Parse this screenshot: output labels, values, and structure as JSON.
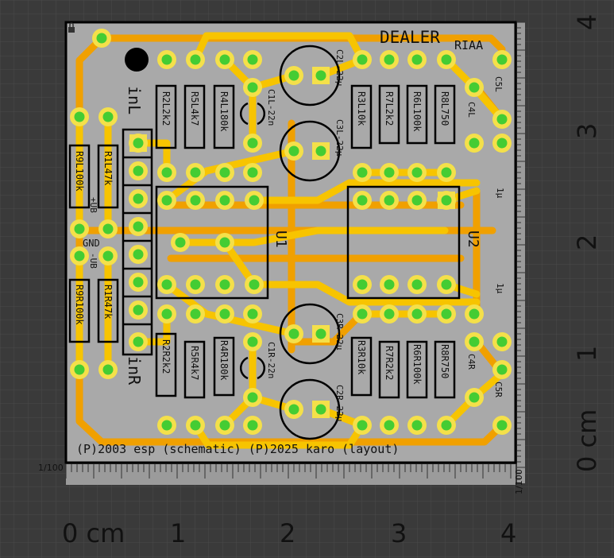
{
  "board": {
    "title": "DEALER",
    "subtitle": "RIAA",
    "credits": "(P)2003 esp (schematic)  (P)2025 karo (layout)",
    "colors": {
      "background": "#3a3a3a",
      "board": "#a9a9a9",
      "copper_bottom": "#f0a000",
      "copper_top": "#f7c400",
      "pad": "#f4e04a",
      "pad_center": "#44cc33",
      "silkscreen": "#111111"
    }
  },
  "labels": {
    "in_l": "inL",
    "in_r": "inR",
    "plus_ub": "+UB",
    "gnd": "GND",
    "minus_ub": "-UB",
    "u1": "U1",
    "u2": "U2",
    "l1": "1μ",
    "l2": "1μ"
  },
  "components": {
    "resistors": [
      "R2L2k2",
      "R5L4k7",
      "R4L180k",
      "R3L10k",
      "R7L2k2",
      "R6L100k",
      "R8L750",
      "R9L100k",
      "R1L47k",
      "R9R100k",
      "R1R47k",
      "R2R2k2",
      "R5R4k7",
      "R4R180k",
      "R3R10k",
      "R7R2k2",
      "R6R100k",
      "R8R750"
    ],
    "capacitors": [
      "C2L-22μ",
      "C3L-22μ",
      "C1L-22n",
      "C3R-22μ",
      "C2R-22μ",
      "C1R-22n",
      "C5L",
      "C4L",
      "C4R",
      "C5R"
    ]
  },
  "scales": {
    "horizontal": [
      "0 cm",
      "1",
      "2",
      "3",
      "4"
    ],
    "vertical": [
      "0 cm",
      "1",
      "2",
      "3",
      "4"
    ],
    "fraction_h": "1/100",
    "fraction_v": "1/100"
  }
}
